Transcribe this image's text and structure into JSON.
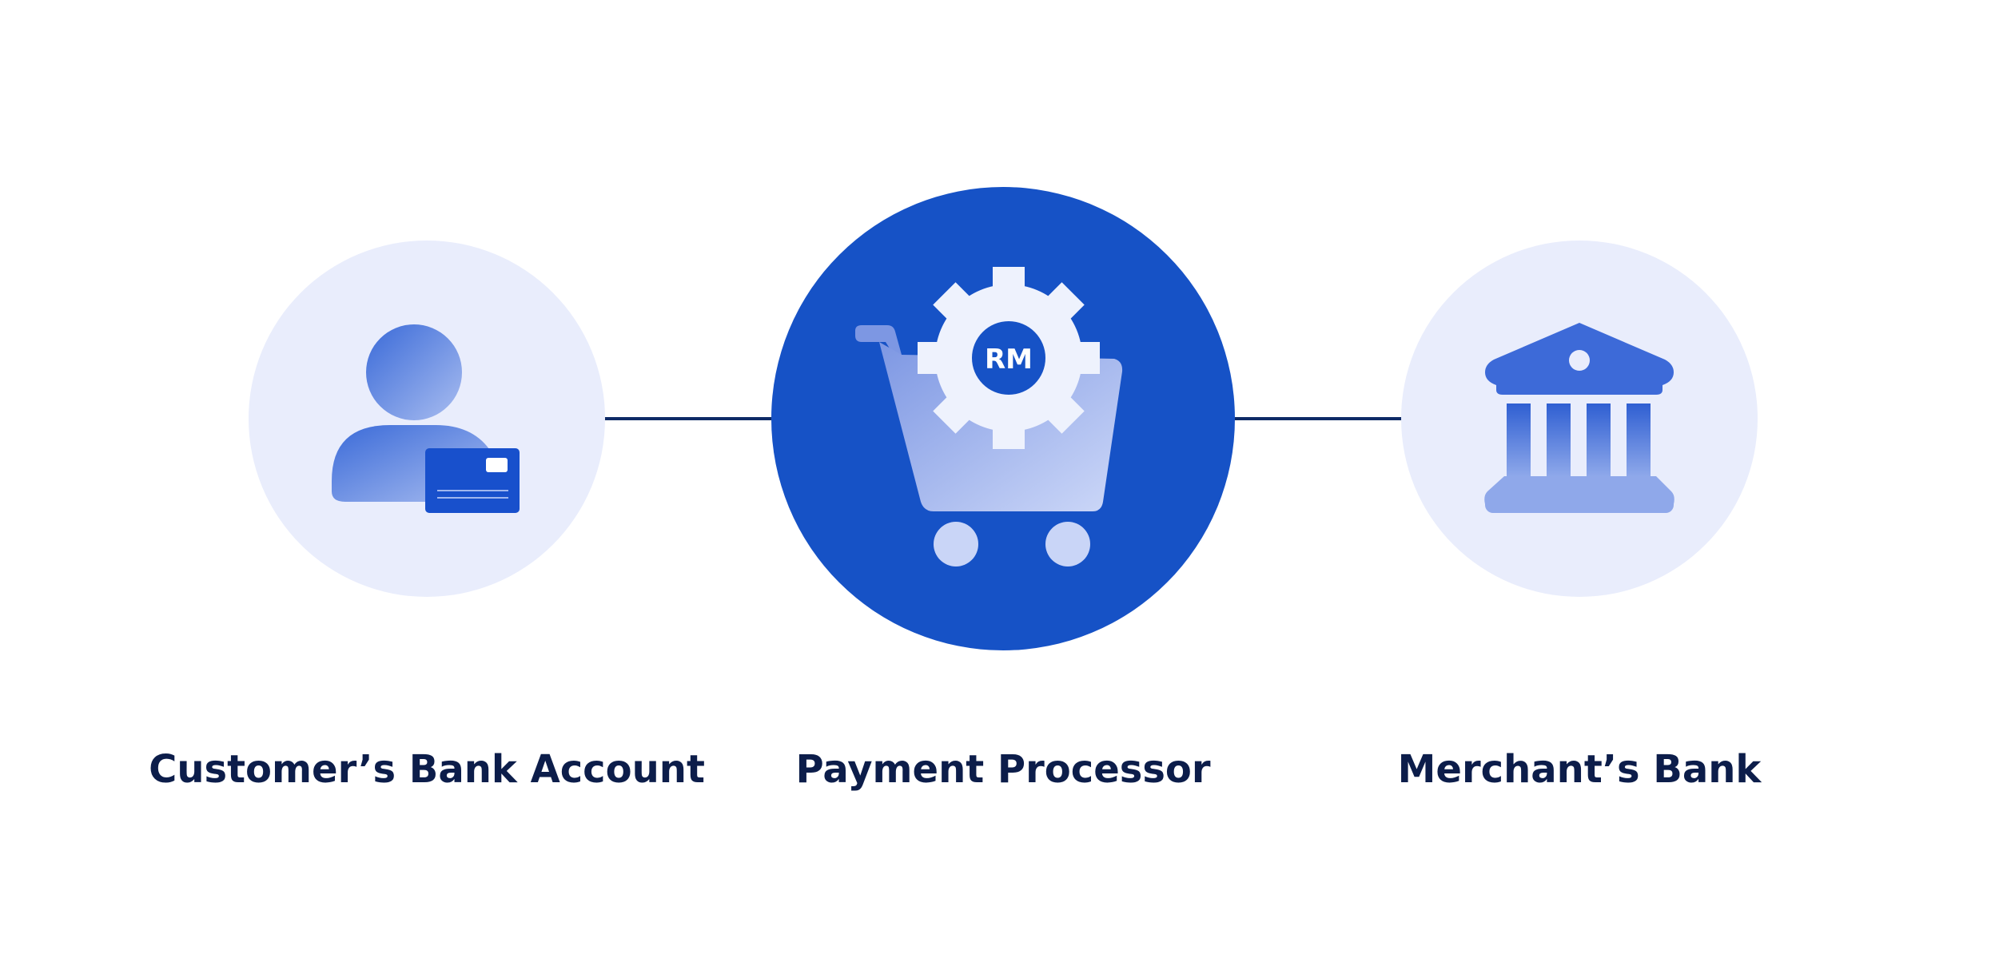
{
  "nodes": {
    "customer": {
      "label": "Customer’s Bank Account"
    },
    "processor": {
      "label": "Payment Processor",
      "badge": "RM"
    },
    "merchant": {
      "label": "Merchant’s Bank"
    }
  },
  "edges": [
    {
      "from": "customer",
      "to": "processor"
    },
    {
      "from": "processor",
      "to": "merchant"
    }
  ],
  "colors": {
    "primary_blue": "#1652c6",
    "light_circle": "#e9edfc",
    "connector": "#0e2a66",
    "label_text": "#0c1d4a",
    "icon_gradient_start": "#3f6fdb",
    "icon_gradient_end": "#c7d4f7"
  },
  "icons": {
    "customer": "user-with-card-icon",
    "processor": "shopping-cart-gear-icon",
    "merchant": "bank-building-icon"
  }
}
